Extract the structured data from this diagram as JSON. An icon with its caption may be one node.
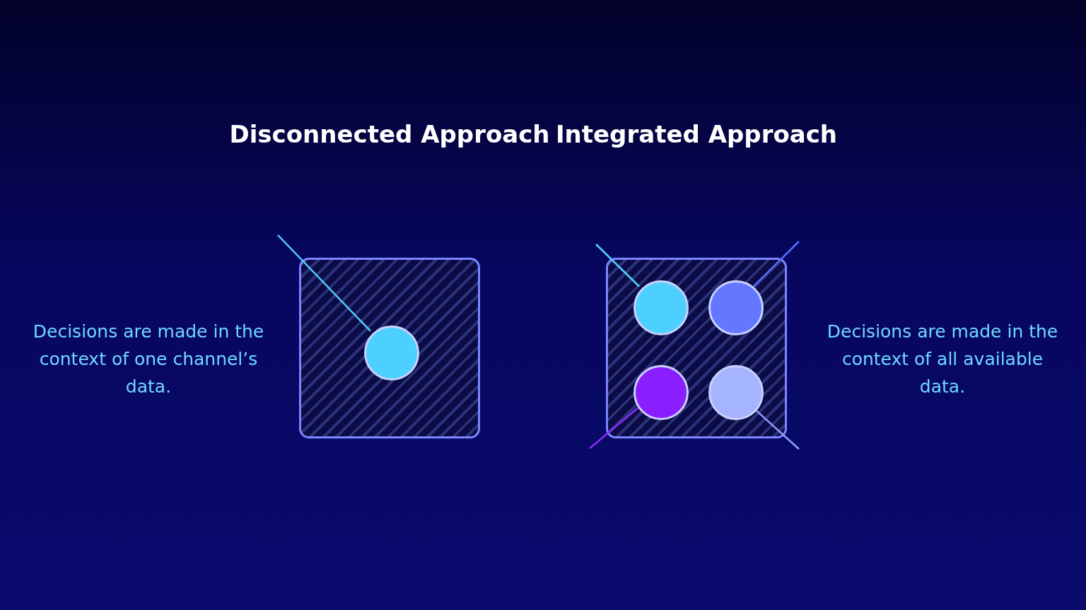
{
  "diagram": {
    "nodes": [
      {
        "text": [
          "Disconnected Approach"
        ],
        "beside": [
          "Decisions are made in the context of one channel’s data."
        ]
      },
      {
        "text": [],
        "shape": "circle",
        "in": 0
      },
      {
        "text": [
          "Integrated Approach"
        ],
        "beside": [
          "Decisions are made in the context of all available data."
        ]
      },
      {
        "text": [],
        "shape": "circle",
        "in": 2
      },
      {
        "text": [],
        "shape": "circle",
        "in": 2
      },
      {
        "text": [],
        "shape": "circle",
        "in": 2
      },
      {
        "text": [],
        "shape": "circle",
        "in": 2
      }
    ],
    "edges": [
      {
        "from": 1,
        "to": null,
        "arrow": "none",
        "color": "#4fd2ff"
      },
      {
        "from": 3,
        "to": null,
        "arrow": "none",
        "color": "#4fd2ff"
      },
      {
        "from": 4,
        "to": null,
        "arrow": "none",
        "color": "#5b6cff"
      },
      {
        "from": 5,
        "to": null,
        "arrow": "none",
        "color": "#8c2cff"
      },
      {
        "from": 6,
        "to": null,
        "arrow": "none",
        "color": "#8f9cff"
      }
    ]
  }
}
